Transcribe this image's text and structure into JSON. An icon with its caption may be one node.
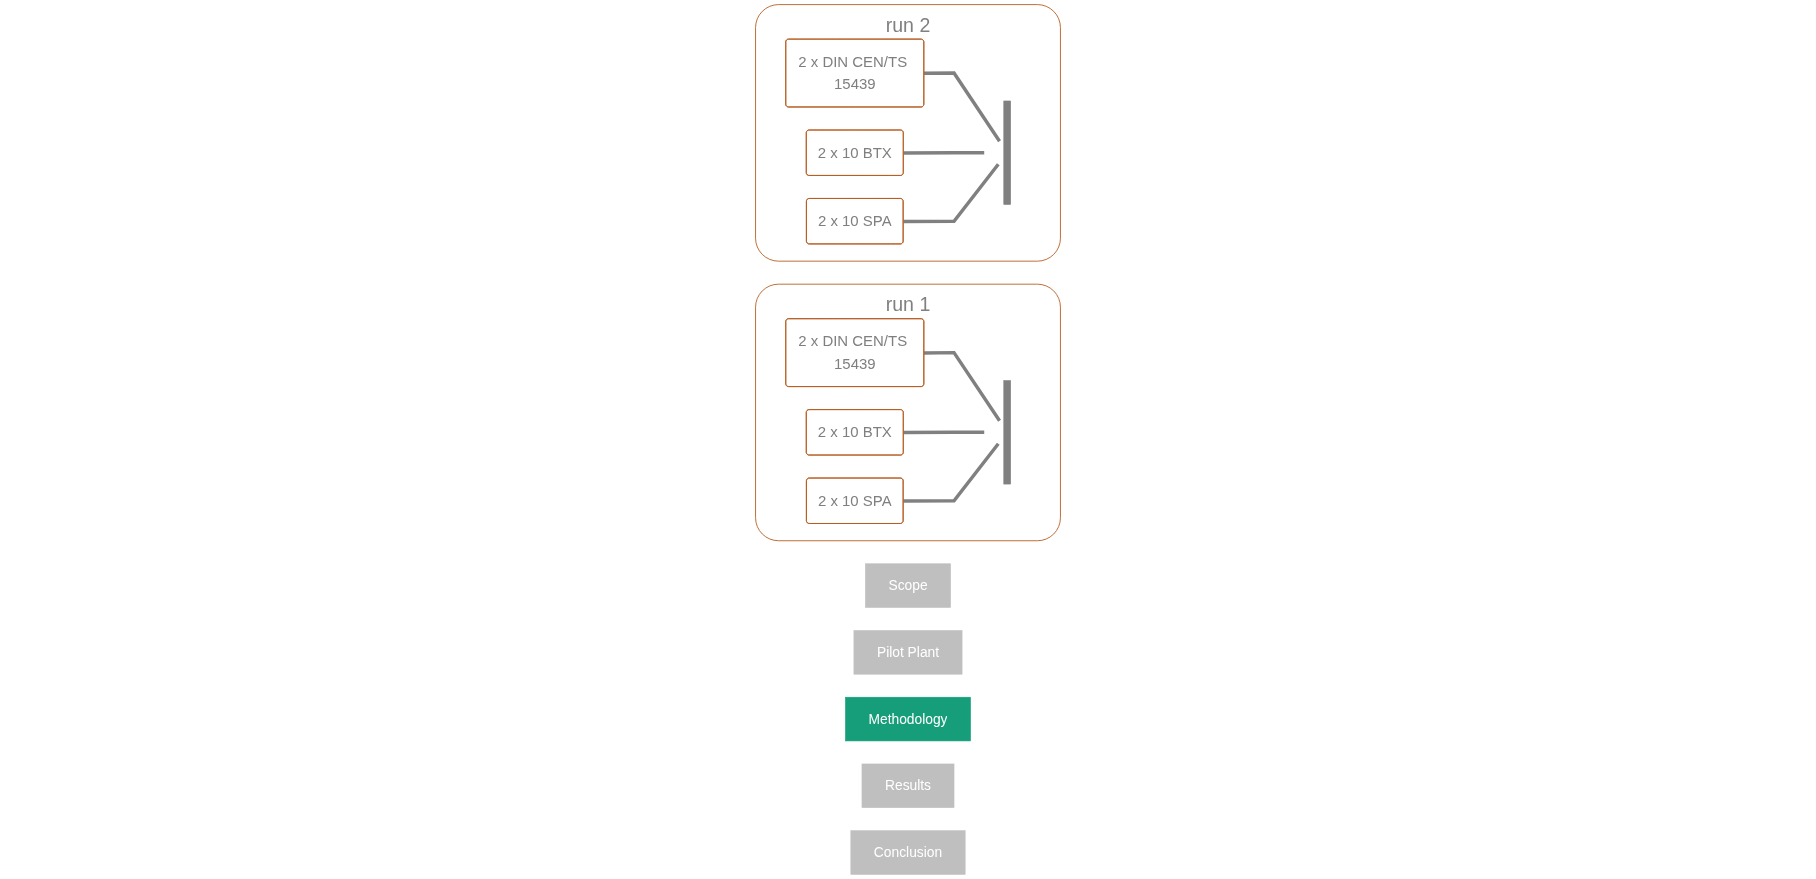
{
  "diagram": {
    "nodes": [
      {
        "text": [
          "run 1"
        ]
      },
      {
        "text": [],
        "shape": "bar",
        "in": 0
      },
      {
        "text": [
          "2 x DIN CEN/TS 15439"
        ],
        "in": 0
      },
      {
        "text": [
          "2 x 10 BTX"
        ],
        "in": 0
      },
      {
        "text": [
          "2 x 10 SPA"
        ],
        "in": 0
      },
      {
        "text": [
          "run 2"
        ]
      },
      {
        "text": [],
        "shape": "bar",
        "in": 5
      },
      {
        "text": [
          "2 x DIN CEN/TS 15439"
        ],
        "in": 5
      },
      {
        "text": [
          "2 x 10 BTX"
        ],
        "in": 5
      },
      {
        "text": [
          "2 x 10 SPA"
        ],
        "in": 5
      },
      {
        "text": [
          "Scope"
        ]
      },
      {
        "text": [
          "Pilot Plant"
        ]
      },
      {
        "text": [
          "Methodology"
        ]
      },
      {
        "text": [
          "Results"
        ]
      },
      {
        "text": [
          "Conclusion"
        ]
      }
    ],
    "edges": [
      {
        "from": 2,
        "to": 1,
        "arrow": "none"
      },
      {
        "from": 3,
        "to": 1,
        "arrow": "none"
      },
      {
        "from": 4,
        "to": 1,
        "arrow": "none"
      },
      {
        "from": 7,
        "to": 6,
        "arrow": "none"
      },
      {
        "from": 8,
        "to": 6,
        "arrow": "none"
      },
      {
        "from": 9,
        "to": 6,
        "arrow": "none"
      }
    ]
  }
}
